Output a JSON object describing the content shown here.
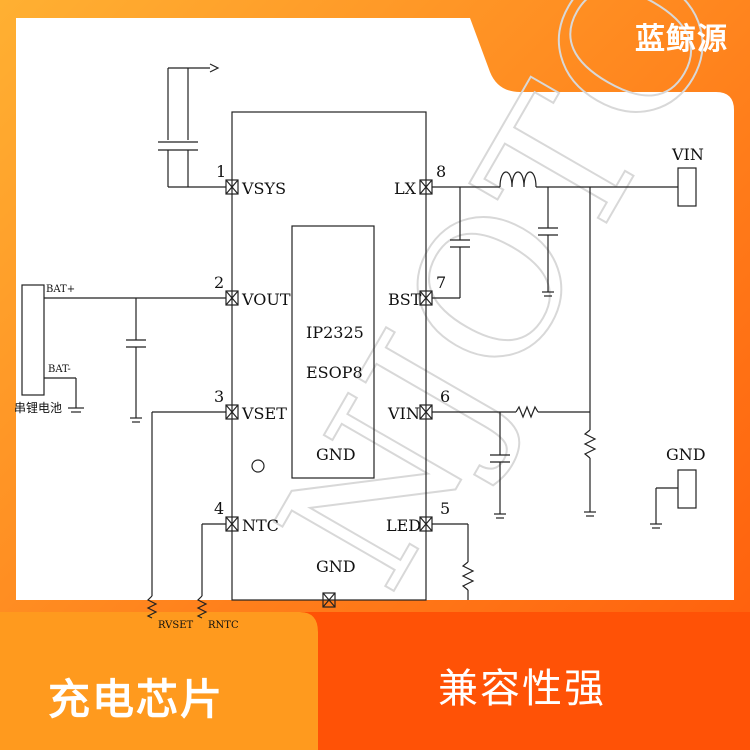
{
  "brand": "蓝鲸源",
  "watermark": "NJOTO",
  "banner": {
    "left": "充电芯片",
    "right": "兼容性强"
  },
  "colors": {
    "accent": "#ff5a0a",
    "accent_light": "#ffb032"
  },
  "chip": {
    "model": "IP2325",
    "package": "ESOP8",
    "center_gnd": "GND",
    "bottom_gnd": "GND",
    "pins": [
      {
        "num": "1",
        "name": "VSYS"
      },
      {
        "num": "2",
        "name": "VOUT"
      },
      {
        "num": "3",
        "name": "VSET"
      },
      {
        "num": "4",
        "name": "NTC"
      },
      {
        "num": "8",
        "name": "LX"
      },
      {
        "num": "7",
        "name": "BST"
      },
      {
        "num": "6",
        "name": "VIN"
      },
      {
        "num": "5",
        "name": "LED"
      }
    ]
  },
  "labels": {
    "bat_plus": "BAT+",
    "bat_minus": "BAT-",
    "battery": "串锂电池",
    "rvset": "RVSET",
    "rntc": "RNTC",
    "vin_port": "VIN",
    "gnd_port": "GND"
  }
}
